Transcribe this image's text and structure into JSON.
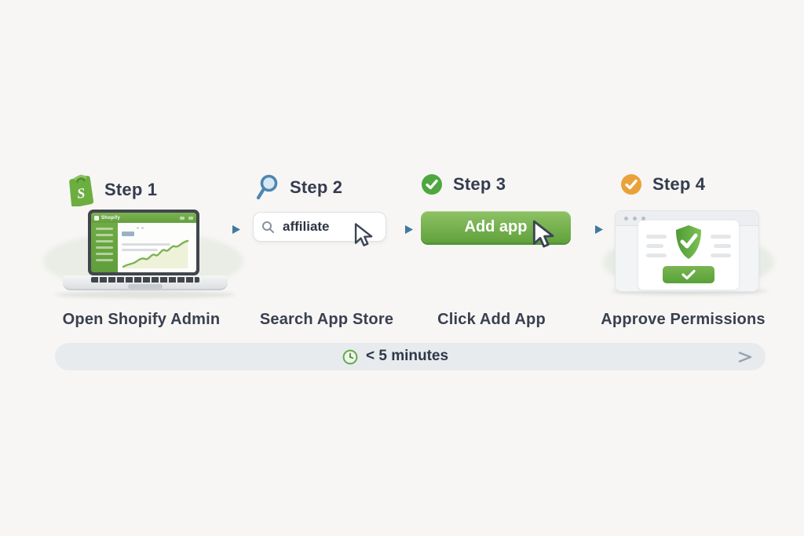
{
  "steps": [
    {
      "label": "Step 1",
      "caption": "Open Shopify Admin",
      "icon": "shopify-bag-icon"
    },
    {
      "label": "Step 2",
      "caption": "Search App Store",
      "icon": "magnifier-icon",
      "search_value": "affiliate"
    },
    {
      "label": "Step 3",
      "caption": "Click Add App",
      "icon": "check-circle-green-icon",
      "button_label": "Add app"
    },
    {
      "label": "Step 4",
      "caption": "Approve Permissions",
      "icon": "check-circle-orange-icon"
    }
  ],
  "laptop": {
    "brand": "Shopify"
  },
  "timeline": {
    "duration_label": "< 5 minutes",
    "icon": "clock-icon"
  },
  "colors": {
    "background": "#f7f6f4",
    "brand_green": "#6aaa3f",
    "button_green_top": "#8ec266",
    "button_green_bottom": "#61a23c",
    "step2_blue": "#4a84b0",
    "step4_orange": "#e9a23b",
    "text_dark": "#343c4f",
    "arrow_blue": "#40799f",
    "timeline_bg": "#e8ebee"
  }
}
